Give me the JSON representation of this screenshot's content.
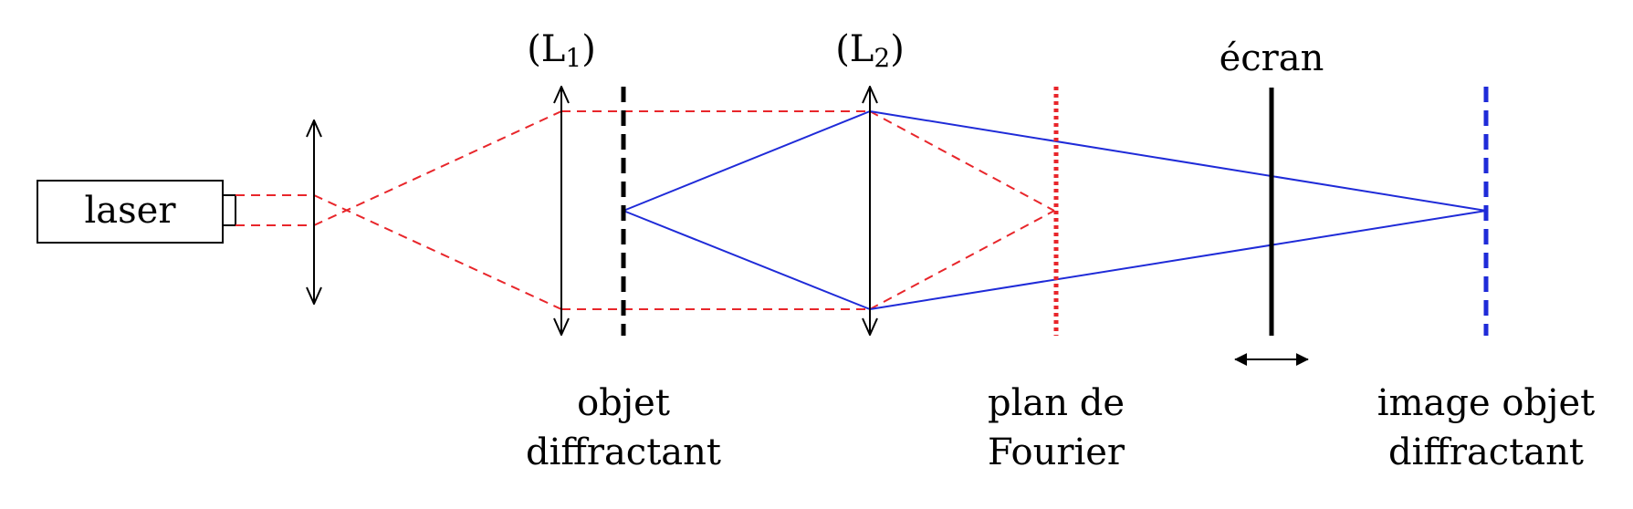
{
  "labels": {
    "laser": "laser",
    "l1_letter": "L",
    "l1_index": "1",
    "l2_letter": "L",
    "l2_index": "2",
    "ecran": "écran",
    "objet_line1": "objet",
    "objet_line2": "diffractant",
    "fourier_line1": "plan de",
    "fourier_line2": "Fourier",
    "image_line1": "image objet",
    "image_line2": "diffractant"
  },
  "colors": {
    "ink": "#000000",
    "laser_beam": "#e8262b",
    "image_rays": "#1f2bd8",
    "fourier_plane": "#e8262b",
    "image_plane": "#1f2bd8"
  }
}
